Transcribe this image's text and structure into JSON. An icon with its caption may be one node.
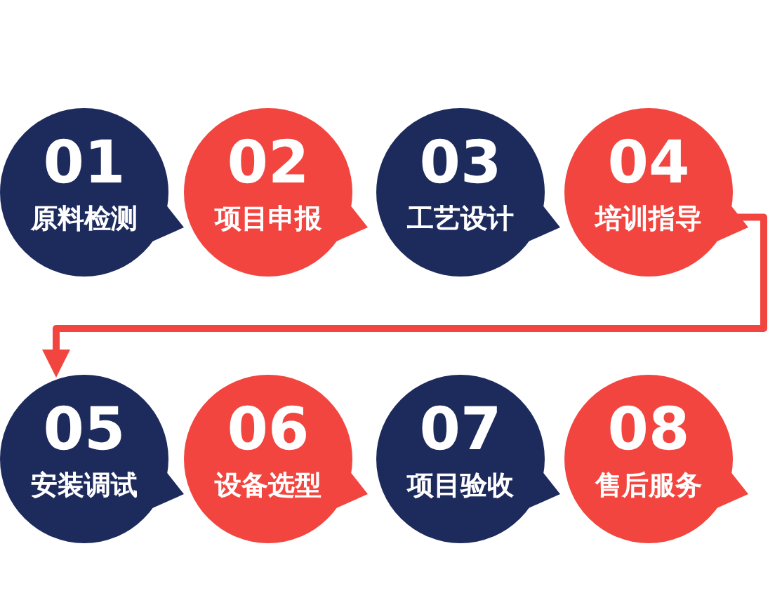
{
  "diagram": {
    "nodes": [
      {
        "text": [
          "01",
          "原料检测"
        ]
      },
      {
        "text": [
          "02",
          "项目申报"
        ]
      },
      {
        "text": [
          "03",
          "工艺设计"
        ]
      },
      {
        "text": [
          "04",
          "培训指导"
        ]
      },
      {
        "text": [
          "05",
          "安装调试"
        ]
      },
      {
        "text": [
          "06",
          "设备选型"
        ]
      },
      {
        "text": [
          "07",
          "项目验收"
        ]
      },
      {
        "text": [
          "08",
          "售后服务"
        ]
      }
    ],
    "edges": [
      {
        "from": 3,
        "to": 4,
        "arrow": "to"
      }
    ]
  }
}
